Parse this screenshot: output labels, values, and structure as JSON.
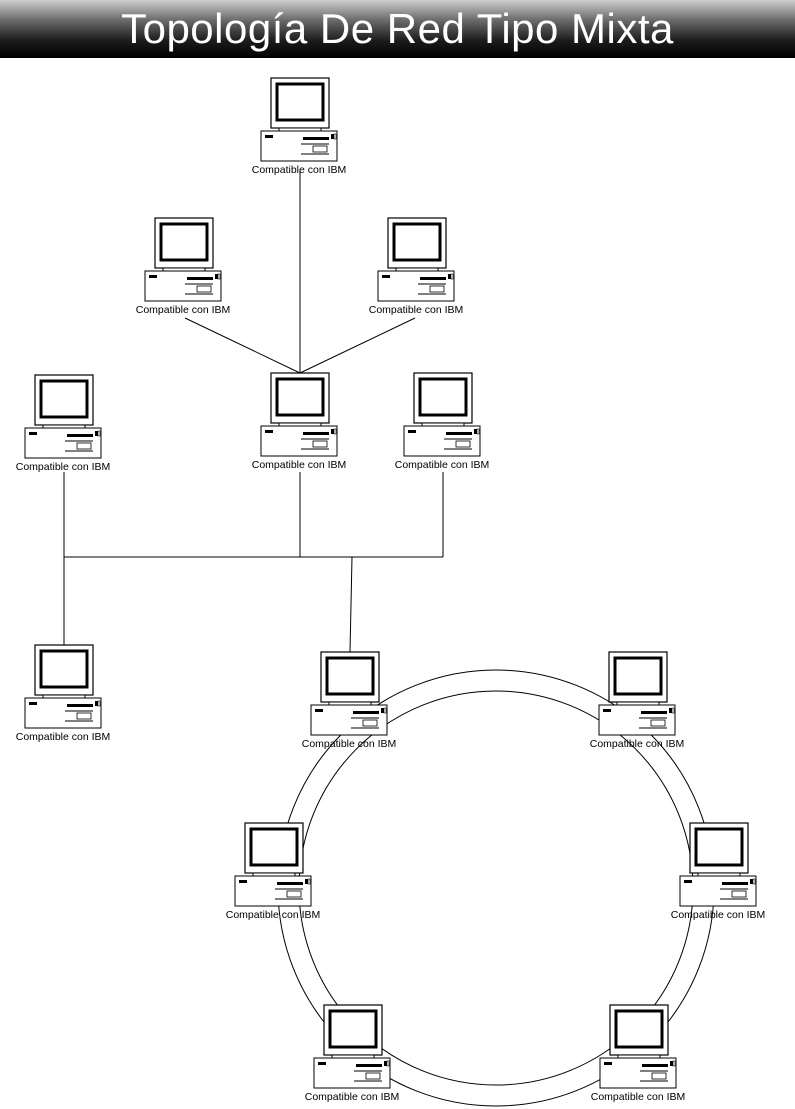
{
  "title": "Topología De Red Tipo Mixta",
  "colors": {
    "line": "#000000",
    "background": "#ffffff",
    "title_text": "#ffffff"
  },
  "icon": "desktop-computer-icon",
  "nodes": [
    {
      "id": "n1",
      "label": "Compatible con IBM",
      "group": "tree"
    },
    {
      "id": "n2",
      "label": "Compatible con IBM",
      "group": "tree"
    },
    {
      "id": "n3",
      "label": "Compatible con IBM",
      "group": "tree"
    },
    {
      "id": "n4",
      "label": "Compatible con IBM",
      "group": "bus"
    },
    {
      "id": "n5",
      "label": "Compatible con IBM",
      "group": "tree-hub"
    },
    {
      "id": "n6",
      "label": "Compatible con IBM",
      "group": "bus"
    },
    {
      "id": "n7",
      "label": "Compatible con IBM",
      "group": "bus"
    },
    {
      "id": "n8",
      "label": "Compatible con IBM",
      "group": "ring"
    },
    {
      "id": "n9",
      "label": "Compatible con IBM",
      "group": "ring"
    },
    {
      "id": "n10",
      "label": "Compatible con IBM",
      "group": "ring"
    },
    {
      "id": "n11",
      "label": "Compatible con IBM",
      "group": "ring"
    },
    {
      "id": "n12",
      "label": "Compatible con IBM",
      "group": "ring"
    },
    {
      "id": "n13",
      "label": "Compatible con IBM",
      "group": "ring"
    }
  ],
  "edges": [
    {
      "from": "n1",
      "to": "n5"
    },
    {
      "from": "n2",
      "to": "n5"
    },
    {
      "from": "n3",
      "to": "n5"
    },
    {
      "from": "n4",
      "to": "bus"
    },
    {
      "from": "n5",
      "to": "bus"
    },
    {
      "from": "n6",
      "to": "bus"
    },
    {
      "from": "n7",
      "to": "bus"
    },
    {
      "from": "n8",
      "to": "bus"
    },
    {
      "from": "n8",
      "to": "ring"
    },
    {
      "from": "n9",
      "to": "ring"
    },
    {
      "from": "n10",
      "to": "ring"
    },
    {
      "from": "n11",
      "to": "ring"
    },
    {
      "from": "n12",
      "to": "ring"
    },
    {
      "from": "n13",
      "to": "ring"
    }
  ]
}
